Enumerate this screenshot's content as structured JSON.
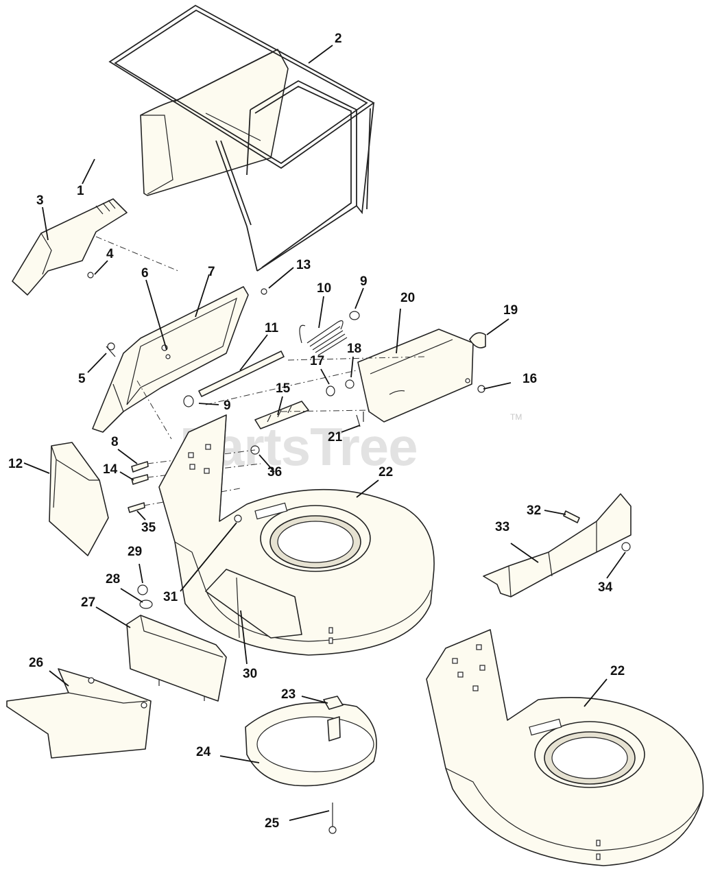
{
  "watermark": {
    "text": "PartsTree",
    "tm": "TM"
  },
  "callouts": {
    "c1": "1",
    "c2": "2",
    "c3": "3",
    "c4": "4",
    "c5": "5",
    "c6": "6",
    "c7": "7",
    "c8": "8",
    "c9a": "9",
    "c9b": "9",
    "c10": "10",
    "c11": "11",
    "c12": "12",
    "c13": "13",
    "c14": "14",
    "c15": "15",
    "c16": "16",
    "c17": "17",
    "c18": "18",
    "c19": "19",
    "c20": "20",
    "c21": "21",
    "c22a": "22",
    "c22b": "22",
    "c23": "23",
    "c24": "24",
    "c25": "25",
    "c26": "26",
    "c27": "27",
    "c28": "28",
    "c29": "29",
    "c30": "30",
    "c31": "31",
    "c32": "32",
    "c33": "33",
    "c34": "34",
    "c35": "35",
    "c36": "36"
  }
}
